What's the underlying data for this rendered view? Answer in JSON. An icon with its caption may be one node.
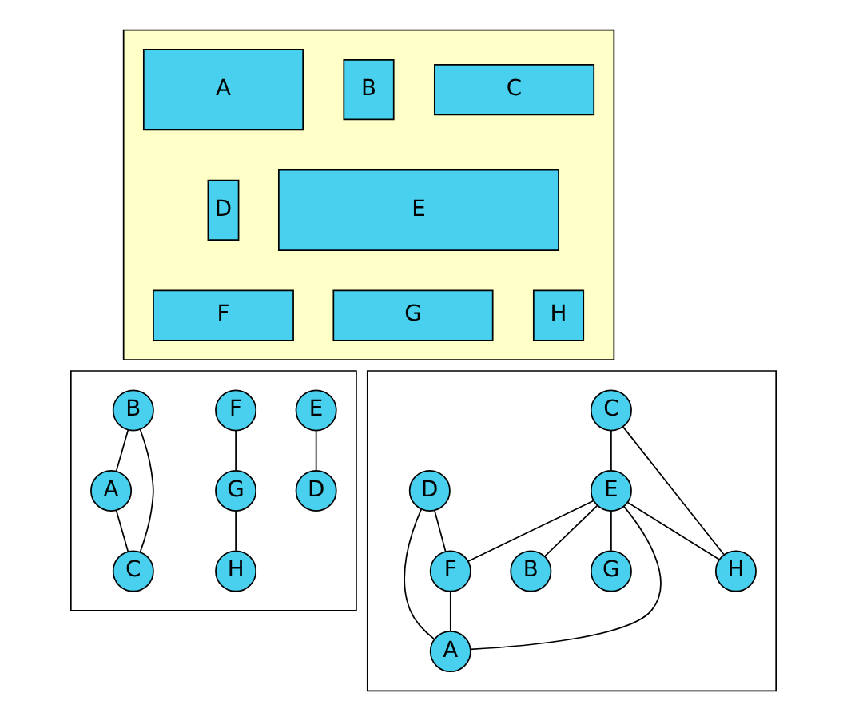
{
  "diagram": {
    "nodes": [
      {
        "text": [],
        "shape": "box"
      },
      {
        "text": [
          "A"
        ],
        "in": 0
      },
      {
        "text": [
          "B"
        ],
        "in": 0
      },
      {
        "text": [
          "C"
        ],
        "in": 0
      },
      {
        "text": [
          "D"
        ],
        "in": 0
      },
      {
        "text": [
          "E"
        ],
        "in": 0
      },
      {
        "text": [
          "F"
        ],
        "in": 0
      },
      {
        "text": [
          "G"
        ],
        "in": 0
      },
      {
        "text": [
          "H"
        ],
        "in": 0
      },
      {
        "text": [],
        "shape": "box"
      },
      {
        "text": [
          "E"
        ],
        "in": 9
      },
      {
        "text": [
          "F"
        ],
        "in": 9
      },
      {
        "text": [
          "B"
        ],
        "in": 9
      },
      {
        "text": [
          "D"
        ],
        "in": 9
      },
      {
        "text": [
          "G"
        ],
        "in": 9
      },
      {
        "text": [
          "A"
        ],
        "in": 9
      },
      {
        "text": [
          "H"
        ],
        "in": 9
      },
      {
        "text": [
          "C"
        ],
        "in": 9
      },
      {
        "text": [],
        "shape": "box"
      },
      {
        "text": [
          "C"
        ],
        "in": 18
      },
      {
        "text": [
          "H"
        ],
        "in": 18
      },
      {
        "text": [
          "D"
        ],
        "in": 18
      },
      {
        "text": [
          "E"
        ],
        "in": 18
      },
      {
        "text": [
          "G"
        ],
        "in": 18
      },
      {
        "text": [
          "F"
        ],
        "in": 18
      },
      {
        "text": [
          "A"
        ],
        "in": 18
      },
      {
        "text": [
          "B"
        ],
        "in": 18
      }
    ],
    "edges": [
      {
        "from": 12,
        "to": 15,
        "arrow": "none"
      },
      {
        "from": 12,
        "to": 17,
        "arrow": "none"
      },
      {
        "from": 15,
        "to": 17,
        "arrow": "none"
      },
      {
        "from": 10,
        "to": 13,
        "arrow": "none"
      },
      {
        "from": 11,
        "to": 14,
        "arrow": "none"
      },
      {
        "from": 14,
        "to": 16,
        "arrow": "none"
      },
      {
        "from": 19,
        "to": 20,
        "arrow": "none"
      },
      {
        "from": 19,
        "to": 22,
        "arrow": "none"
      },
      {
        "from": 22,
        "to": 20,
        "arrow": "none"
      },
      {
        "from": 22,
        "to": 23,
        "arrow": "none"
      },
      {
        "from": 22,
        "to": 26,
        "arrow": "none"
      },
      {
        "from": 22,
        "to": 25,
        "arrow": "none"
      },
      {
        "from": 22,
        "to": 24,
        "arrow": "none"
      },
      {
        "from": 21,
        "to": 24,
        "arrow": "none"
      },
      {
        "from": 21,
        "to": 25,
        "arrow": "none"
      },
      {
        "from": 24,
        "to": 25,
        "arrow": "none"
      }
    ]
  }
}
